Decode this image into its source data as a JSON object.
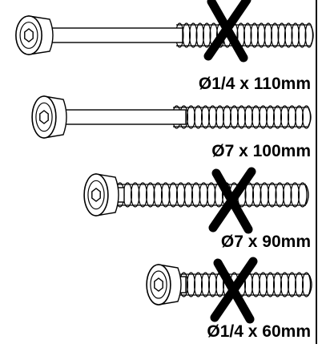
{
  "colors": {
    "ink": "#000000",
    "background": "#ffffff"
  },
  "screws": [
    {
      "label": "Ø1/4 x 110mm",
      "crossed_out": true,
      "icon": "hex-socket-icon"
    },
    {
      "label": "Ø7 x 100mm",
      "crossed_out": false,
      "icon": "hex-socket-icon"
    },
    {
      "label": "Ø7 x 90mm",
      "crossed_out": true,
      "icon": "hex-socket-icon"
    },
    {
      "label": "Ø1/4 x 60mm",
      "crossed_out": true,
      "icon": "hex-socket-icon"
    }
  ]
}
